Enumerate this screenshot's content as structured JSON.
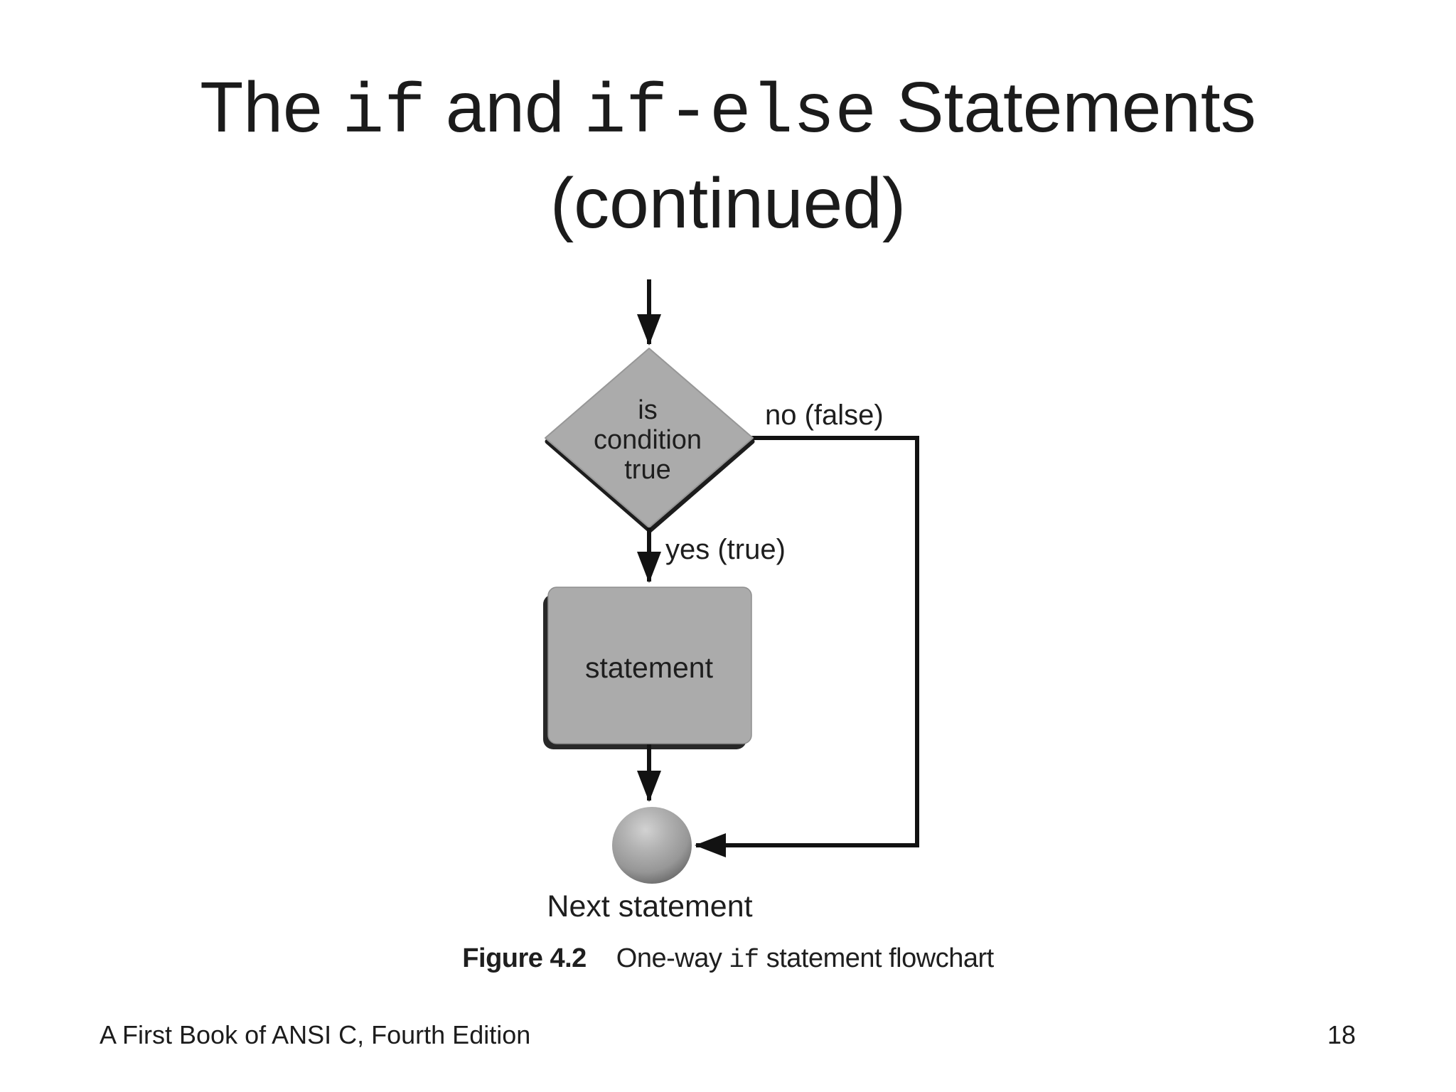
{
  "slide_bg": "#ffffff",
  "text_color": "#1b1b1b",
  "title": {
    "segments": [
      {
        "text": "The "
      },
      {
        "text": "if"
      },
      {
        "text": " and "
      },
      {
        "text": "if-else"
      },
      {
        "text": " Statements"
      }
    ],
    "line2": "(continued)"
  },
  "figure": {
    "colors": {
      "shape_fill": "#ababab",
      "shape_edge": "#979797",
      "shadow_dark": "#1d1d1d",
      "line_color": "#121212",
      "label_color": "#1e1e1e"
    },
    "decision": {
      "line1": "is",
      "line2": "condition",
      "line3": "true"
    },
    "branch_no": "no (false)",
    "branch_yes": "yes (true)",
    "process": "statement",
    "terminal": "Next statement",
    "caption": {
      "label": "Figure 4.2",
      "pre": "One-way ",
      "code": "if",
      "post": " statement flowchart"
    }
  },
  "footer": {
    "book": "A First Book of ANSI C, Fourth Edition",
    "page": "18"
  }
}
